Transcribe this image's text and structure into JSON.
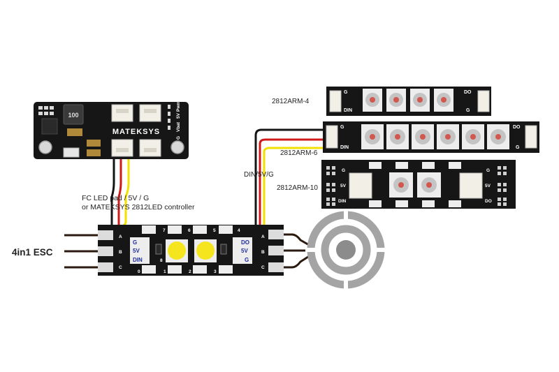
{
  "controller": {
    "brand": "MATEKSYS",
    "inductor_code": "100",
    "pin_labels": [
      "G",
      "Vbat",
      "5V",
      "Pwm"
    ]
  },
  "notes": {
    "fc_line1": "FC LED pad / 5V / G",
    "fc_line2": "or MATEKSYS 2812LED controller",
    "din_5v_g": "DIN/5V/G",
    "esc": "4in1 ESC"
  },
  "strips": {
    "arm4": "2812ARM-4",
    "arm6": "2812ARM-6",
    "arm10": "2812ARM-10",
    "pin_g": "G",
    "pin_din": "DIN",
    "pin_do": "DO",
    "pin_5v": "5V"
  },
  "main_board": {
    "left_pads": [
      "G",
      "5V",
      "DIN"
    ],
    "right_pads": [
      "DO",
      "5V",
      "G"
    ],
    "top_numbers": [
      "7",
      "6",
      "5",
      "4"
    ],
    "bottom_numbers": [
      "0",
      "1",
      "2",
      "3"
    ],
    "letters": [
      "A",
      "B",
      "C"
    ],
    "side_num": "8"
  },
  "colors": {
    "pcb": "#161616",
    "wire_red": "#d01818",
    "wire_yellow": "#f2e000",
    "wire_black": "#151515",
    "wire_brown": "#2b1a10",
    "led_lit": "#f5e51f",
    "motor": "#a4a4a4"
  }
}
